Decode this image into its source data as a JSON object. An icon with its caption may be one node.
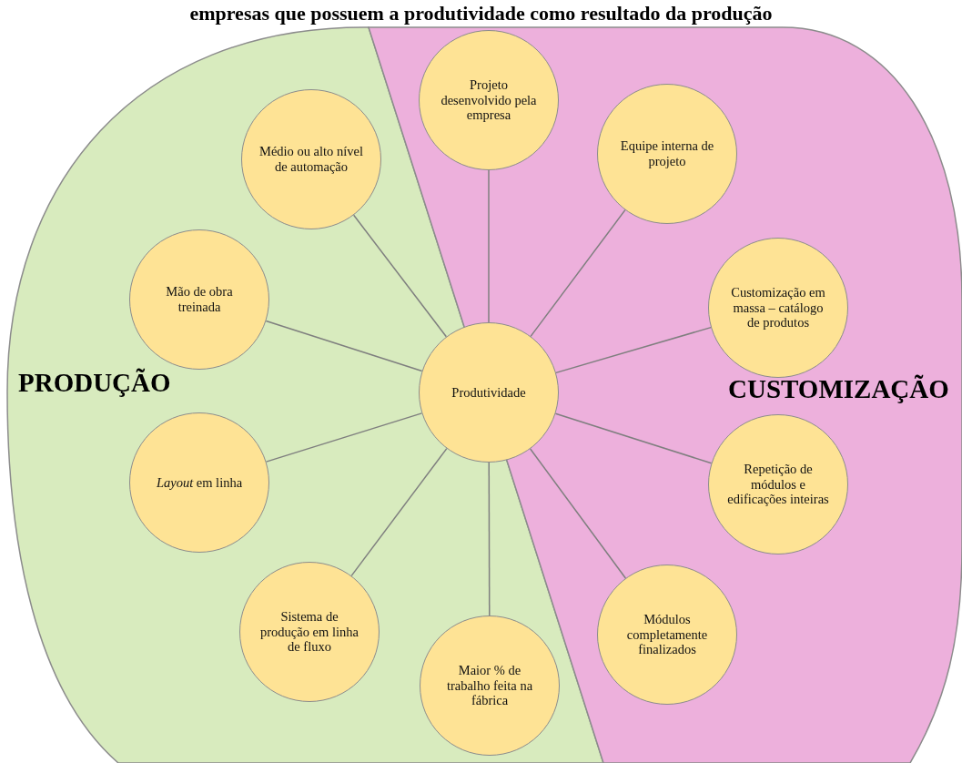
{
  "diagram": {
    "title": "empresas que possuem a produtividade como resultado da produção",
    "nodes": [
      {
        "text": [
          "Produtividade"
        ]
      },
      {
        "text": [
          "Médio ou alto nível de automação"
        ]
      },
      {
        "text": [
          "Mão de obra treinada"
        ]
      },
      {
        "text": [
          "*Layout* em linha"
        ]
      },
      {
        "text": [
          "Sistema de produção em linha de fluxo"
        ]
      },
      {
        "text": [
          "Maior % de trabalho feita na fábrica"
        ]
      },
      {
        "text": [
          "Projeto desenvolvido pela empresa"
        ]
      },
      {
        "text": [
          "Equipe interna de projeto"
        ]
      },
      {
        "text": [
          "Customização em massa – catálogo de produtos"
        ]
      },
      {
        "text": [
          "Repetição de módulos e edificações inteiras"
        ]
      },
      {
        "text": [
          "Módulos completamente finalizados"
        ]
      }
    ],
    "edges": [
      {
        "from": 0,
        "to": 1,
        "arrow": "none"
      },
      {
        "from": 0,
        "to": 2,
        "arrow": "none"
      },
      {
        "from": 0,
        "to": 3,
        "arrow": "none"
      },
      {
        "from": 0,
        "to": 4,
        "arrow": "none"
      },
      {
        "from": 0,
        "to": 5,
        "arrow": "none"
      },
      {
        "from": 0,
        "to": 6,
        "arrow": "none"
      },
      {
        "from": 0,
        "to": 7,
        "arrow": "none"
      },
      {
        "from": 0,
        "to": 8,
        "arrow": "none"
      },
      {
        "from": 0,
        "to": 9,
        "arrow": "none"
      },
      {
        "from": 0,
        "to": 10,
        "arrow": "none"
      }
    ],
    "labels": [
      "PRODUÇÃO",
      "CUSTOMIZAÇÃO"
    ]
  }
}
